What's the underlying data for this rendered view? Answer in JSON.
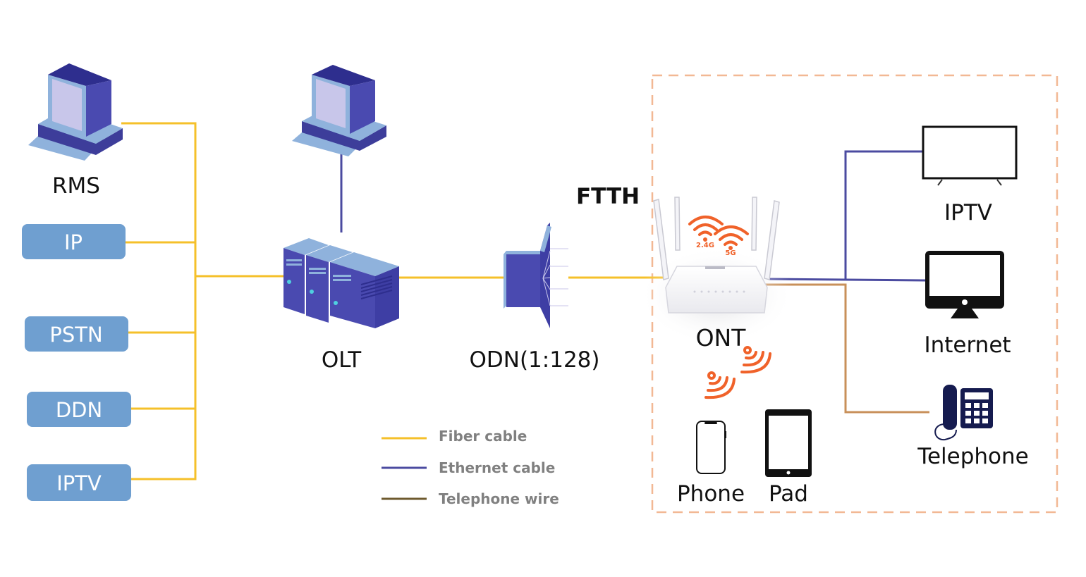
{
  "title": "FTTH",
  "colors": {
    "fiber": "#f5c02a",
    "ethernet": "#4b4ba0",
    "telephone_wire": "#c8905a",
    "service_box": "#6f9fd0",
    "device_blue": "#4a4ab0",
    "device_light": "#8fb2dc",
    "wifi": "#f0622a",
    "dashed_border": "#f2b894"
  },
  "head_end": {
    "rms_label": "RMS",
    "services": [
      {
        "label": "IP"
      },
      {
        "label": "PSTN"
      },
      {
        "label": "DDN"
      },
      {
        "label": "IPTV"
      }
    ]
  },
  "olt": {
    "label": "OLT"
  },
  "odn": {
    "label": "ODN(1:128)"
  },
  "ont": {
    "label": "ONT",
    "wifi_bands": [
      "2.4G",
      "5G"
    ]
  },
  "endpoints": [
    {
      "label": "IPTV",
      "icon": "tv-icon",
      "link": "ethernet"
    },
    {
      "label": "Internet",
      "icon": "monitor-icon",
      "link": "ethernet"
    },
    {
      "label": "Telephone",
      "icon": "telephone-icon",
      "link": "telephone_wire"
    }
  ],
  "wireless_devices": [
    {
      "label": "Phone",
      "icon": "smartphone-icon"
    },
    {
      "label": "Pad",
      "icon": "tablet-icon"
    }
  ],
  "legend": [
    {
      "label": "Fiber cable",
      "type": "fiber"
    },
    {
      "label": "Ethernet cable",
      "type": "ethernet"
    },
    {
      "label": "Telephone wire",
      "type": "telephone_wire"
    }
  ]
}
